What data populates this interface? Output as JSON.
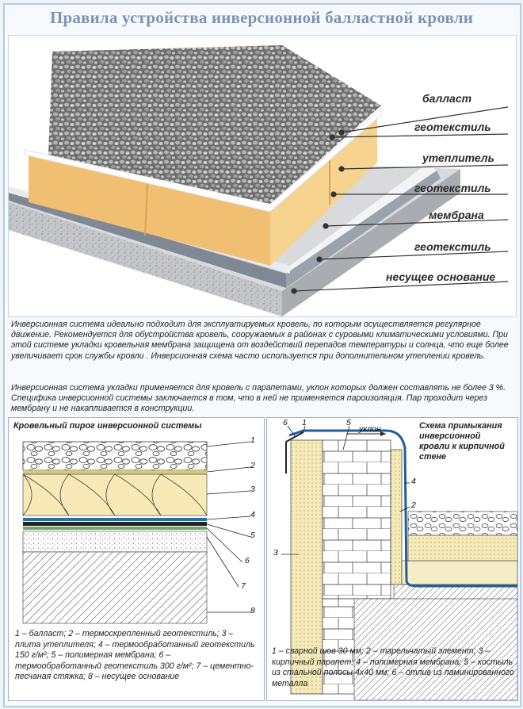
{
  "title": "Правила устройства инверсионной балластной кровли",
  "layer_labels": [
    "балласт",
    "геотекстиль",
    "утеплитель",
    "геотекстиль",
    "мембрана",
    "геотекстиль",
    "несущее основание"
  ],
  "paragraph1": "Инверсионная система идеально подходит для эксплуатируемых кровель, по которым осуществляется регулярное движение. Рекомендуется для обустройства кровель, сооружаемых в районах с суровыми климатическими условиями. При этой системе укладки кровельная мембрана защищена от воздействий перепадов температуры и солнца, что еще более увеличивает срок службы кровли . Инверсионная схема часто используется при дополнительном утеплении кровель.",
  "paragraph2": "Инверсионная система укладки применяется для кровель с парапетами, уклон которых должен составлять не более 3 %. Специфика инверсионной системы заключается в том, что в ней не применяется пароизоляция. Пар проходит через мембрану и не накапливается в конструкции.",
  "left_panel": {
    "title": "Кровельный пирог инверсионной системы",
    "numbers": [
      "1",
      "2",
      "3",
      "4",
      "5",
      "6",
      "7",
      "8"
    ],
    "caption": "1 – балласт; 2 – термоскрепленный геотекстиль; 3 – плита утеплителя; 4 – термообработанный геотекстиль 150 г/м²; 5 – полимерная мембрана; 6 – термообработанный геотекстиль 300 г/м²; 7 – цементно-песчаная стяжка; 8 – несущее основание"
  },
  "right_panel": {
    "title": "Схема примыкания инверсионной кровли к кирпичной стене",
    "slope_label": "уклон",
    "numbers": [
      "6",
      "1",
      "5",
      "4",
      "2",
      "3"
    ],
    "caption": "1 – сварной шов 30 мм; 2 – тарельчатый элемент; 3 – кирпичный парапет; 4 – полимерная мембрана; 5 – костыль из стальной полосы 4х40 мм; 6 – отлив из ламинированного металла"
  },
  "colors": {
    "title": "#7d93b1",
    "insulation": "#f2c27a",
    "gravel": "#8a8a8a",
    "membrane": "#7a8593",
    "concrete": "#c7c9cc"
  }
}
